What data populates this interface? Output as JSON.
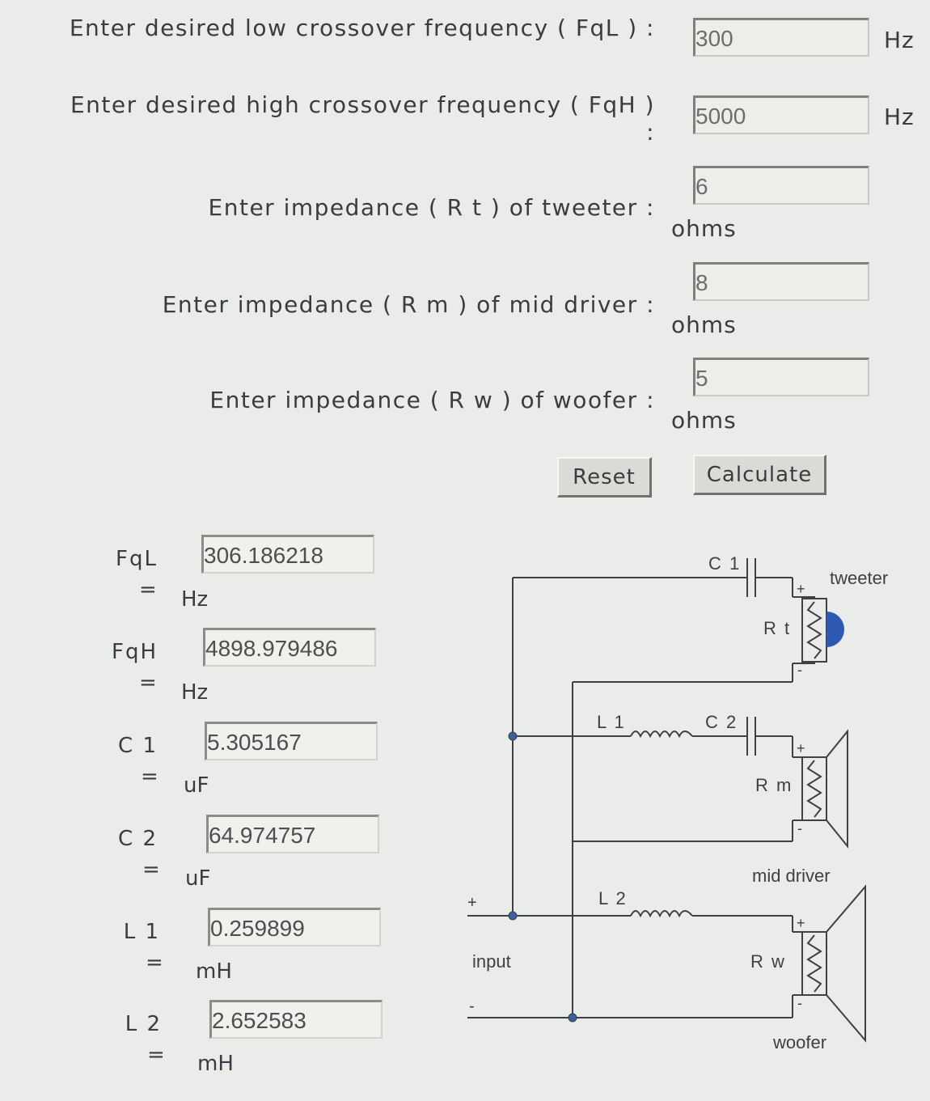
{
  "inputs": {
    "fql": {
      "label": "Enter desired low crossover frequency ( FqL ) :",
      "value": "300",
      "unit": "Hz"
    },
    "fqh": {
      "label": "Enter desired high crossover frequency ( FqH ) :",
      "value": "5000",
      "unit": "Hz"
    },
    "rt": {
      "label": "Enter impedance ( R t ) of tweeter :",
      "value": "6",
      "unit": "ohms"
    },
    "rm": {
      "label": "Enter impedance ( R m ) of mid driver :",
      "value": "8",
      "unit": "ohms"
    },
    "rw": {
      "label": "Enter impedance ( R w ) of woofer :",
      "value": "5",
      "unit": "ohms"
    }
  },
  "buttons": {
    "reset": "Reset",
    "calculate": "Calculate"
  },
  "results": [
    {
      "name": "FqL",
      "eq": "=",
      "value": "306.186218",
      "unit": "Hz"
    },
    {
      "name": "FqH",
      "eq": "=",
      "value": "4898.979486",
      "unit": "Hz"
    },
    {
      "name": "C 1",
      "eq": "=",
      "value": "5.305167",
      "unit": "uF"
    },
    {
      "name": "C 2",
      "eq": "=",
      "value": "64.974757",
      "unit": "uF"
    },
    {
      "name": "L 1",
      "eq": "=",
      "value": "0.259899",
      "unit": "mH"
    },
    {
      "name": "L 2",
      "eq": "=",
      "value": "2.652583",
      "unit": "mH"
    }
  ],
  "diagram": {
    "c1": "C 1",
    "c2": "C 2",
    "l1": "L 1",
    "l2": "L 2",
    "rt": "R t",
    "rm": "R m",
    "rw": "R w",
    "tweeter": "tweeter",
    "mid": "mid driver",
    "woofer": "woofer",
    "input": "input",
    "plus": "+",
    "minus": "-"
  }
}
